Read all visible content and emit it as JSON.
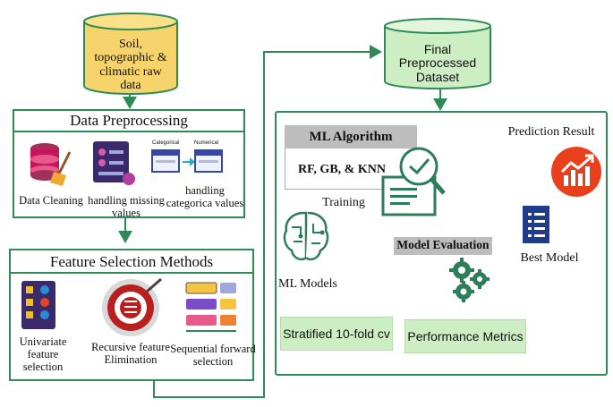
{
  "raw_data": "Soil, topographic & climatic raw data",
  "final_data": "Final Preprocessed Dataset",
  "preprocessing": {
    "title": "Data Preprocessing",
    "items": [
      "Data Cleaning",
      "handling missing values",
      "handling categorica values"
    ],
    "mini_labels": [
      "Categorical",
      "Numerical"
    ]
  },
  "feature_selection": {
    "title": "Feature Selection Methods",
    "items": [
      "Univariate feature selection",
      "Recursive feature Elimination",
      "Sequential forward selection"
    ]
  },
  "ml_panel": {
    "algo_title": "ML Algorithm",
    "algo_list": "RF, GB, & KNN",
    "training": "Training",
    "ml_models": "ML Models",
    "model_eval": "Model Evaluation",
    "prediction": "Prediction Result",
    "best_model": "Best Model",
    "cv": "Stratified 10-fold cv",
    "metrics": "Performance Metrics"
  },
  "colors": {
    "border": "#2e8b57",
    "cylinder": "#cdeec2",
    "green_box": "#cdeec2",
    "header_grey": "#bdbdbd",
    "accent_red": "#e8401c"
  }
}
